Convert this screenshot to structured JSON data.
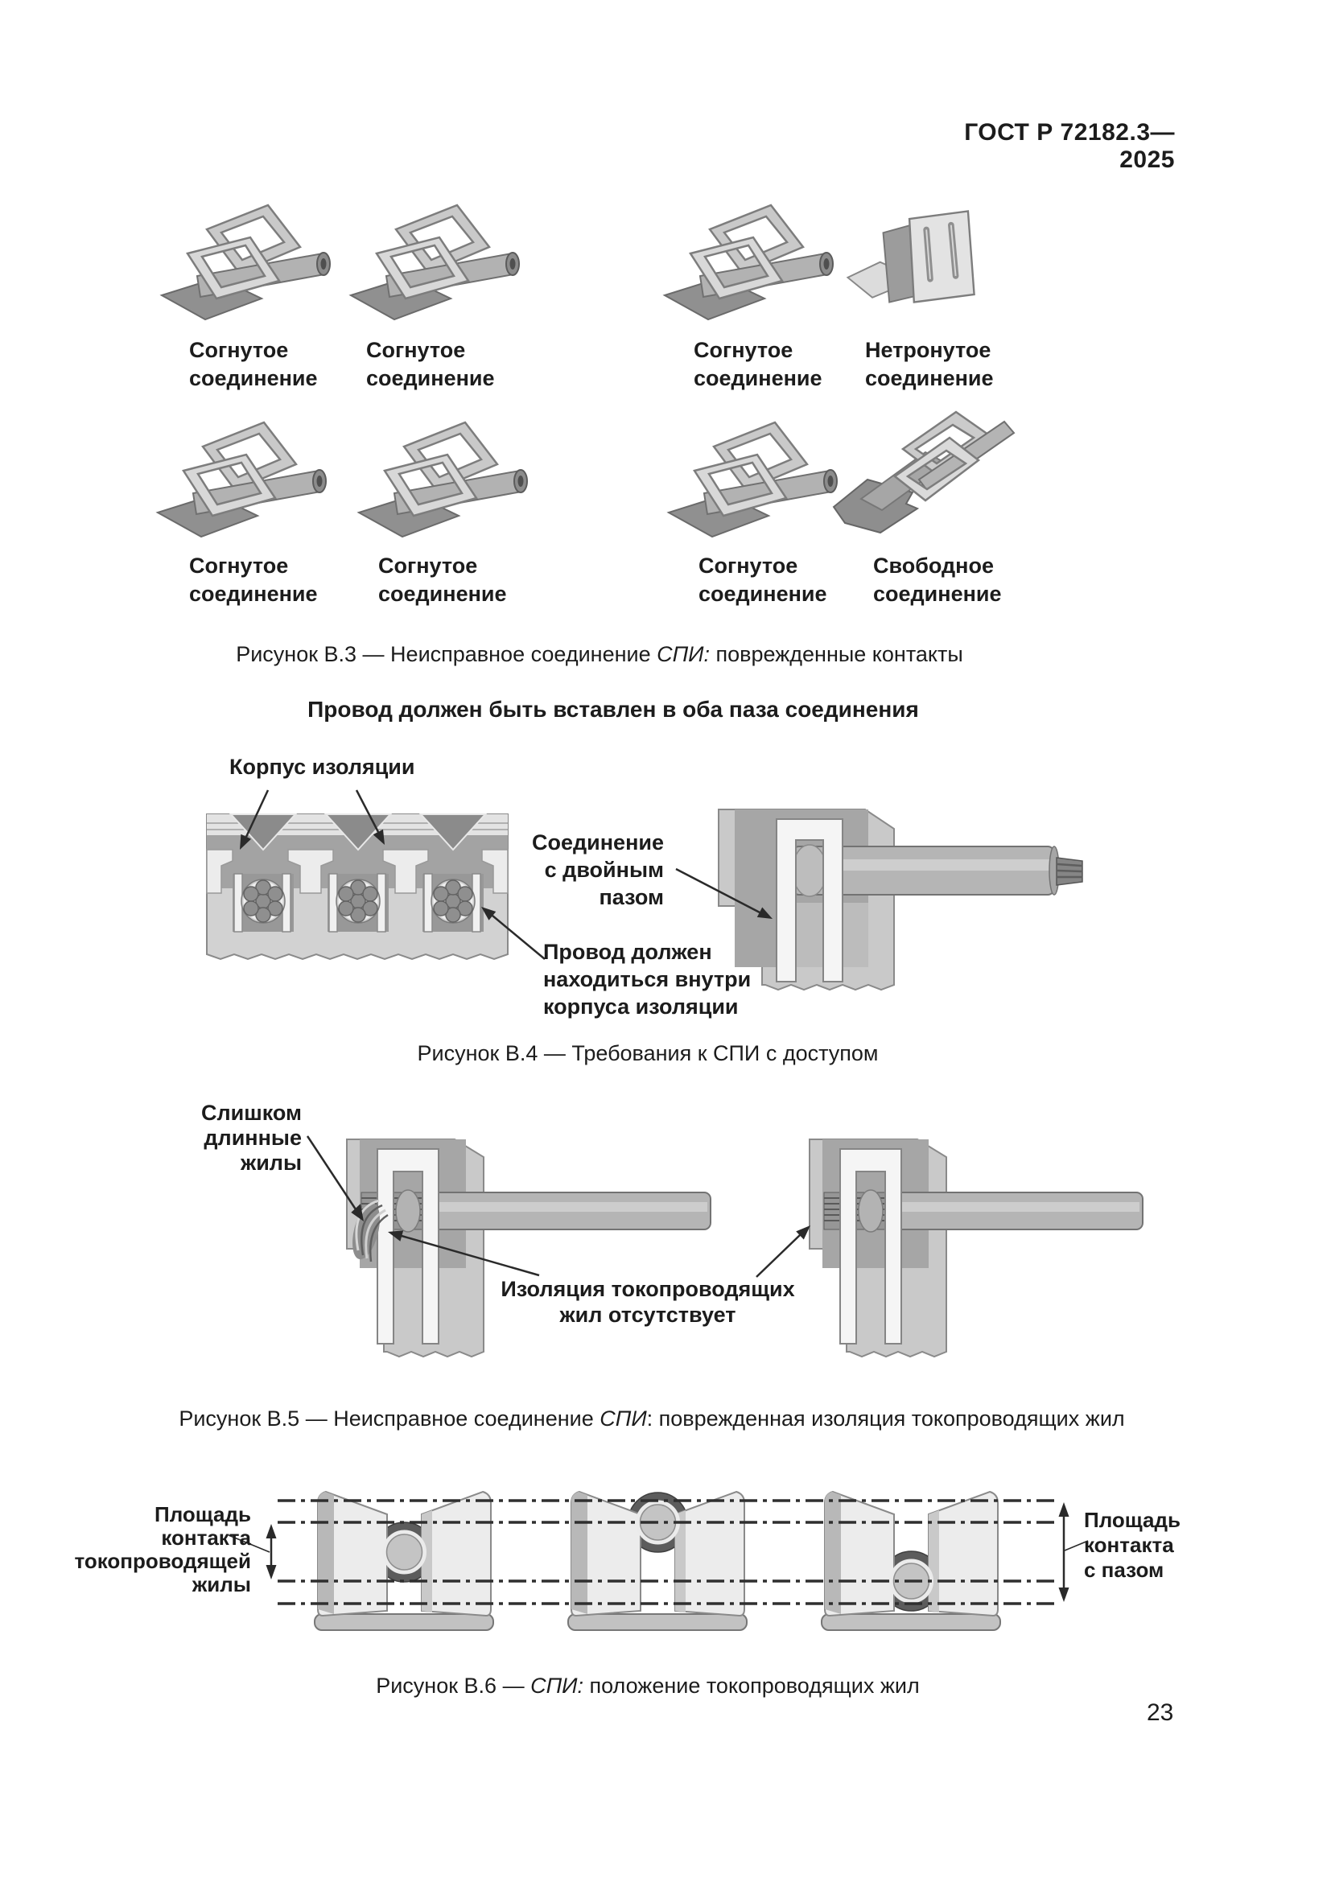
{
  "header": {
    "title": "ГОСТ Р 72182.3—2025"
  },
  "figure_b3": {
    "labels": [
      {
        "line1": "Согнутое",
        "line2": "соединение"
      },
      {
        "line1": "Согнутое",
        "line2": "соединение"
      },
      {
        "line1": "Согнутое",
        "line2": "соединение"
      },
      {
        "line1": "Нетронутое",
        "line2": "соединение"
      },
      {
        "line1": "Согнутое",
        "line2": "соединение"
      },
      {
        "line1": "Согнутое",
        "line2": "соединение"
      },
      {
        "line1": "Согнутое",
        "line2": "соединение"
      },
      {
        "line1": "Свободное",
        "line2": "соединение"
      }
    ],
    "caption": {
      "prefix": "Рисунок В.3 — Неисправное соединение ",
      "italic": "СПИ:",
      "suffix": " поврежденные контакты"
    }
  },
  "heading_b4": "Провод должен быть вставлен в оба паза соединения",
  "figure_b4": {
    "label_korpus": "Корпус изоляции",
    "label_slot": {
      "line1": "Соединение",
      "line2": "с двойным",
      "line3": "пазом"
    },
    "label_wire": {
      "line1": "Провод должен",
      "line2": "находиться внутри",
      "line3": "корпуса изоляции"
    },
    "caption": "Рисунок В.4 — Требования к СПИ с доступом"
  },
  "figure_b5": {
    "label_long": {
      "line1": "Слишком",
      "line2": "длинные",
      "line3": "жилы"
    },
    "label_noins": {
      "line1": "Изоляция токопроводящих",
      "line2": "жил отсутствует"
    },
    "caption": {
      "prefix": "Рисунок В.5 — Неисправное соединение ",
      "italic": "СПИ",
      "suffix": ": поврежденная изоляция токопроводящих жил"
    }
  },
  "figure_b6": {
    "label_left": {
      "line1": "Площадь",
      "line2": "контакта",
      "line3": "токопроводящей",
      "line4": "жилы"
    },
    "label_right": {
      "line1": "Площадь",
      "line2": "контакта",
      "line3": "с пазом"
    },
    "caption": {
      "prefix": "Рисунок В.6 — ",
      "italic": "СПИ:",
      "suffix": " положение токопроводящих жил"
    }
  },
  "footer": {
    "page_number": "23"
  }
}
